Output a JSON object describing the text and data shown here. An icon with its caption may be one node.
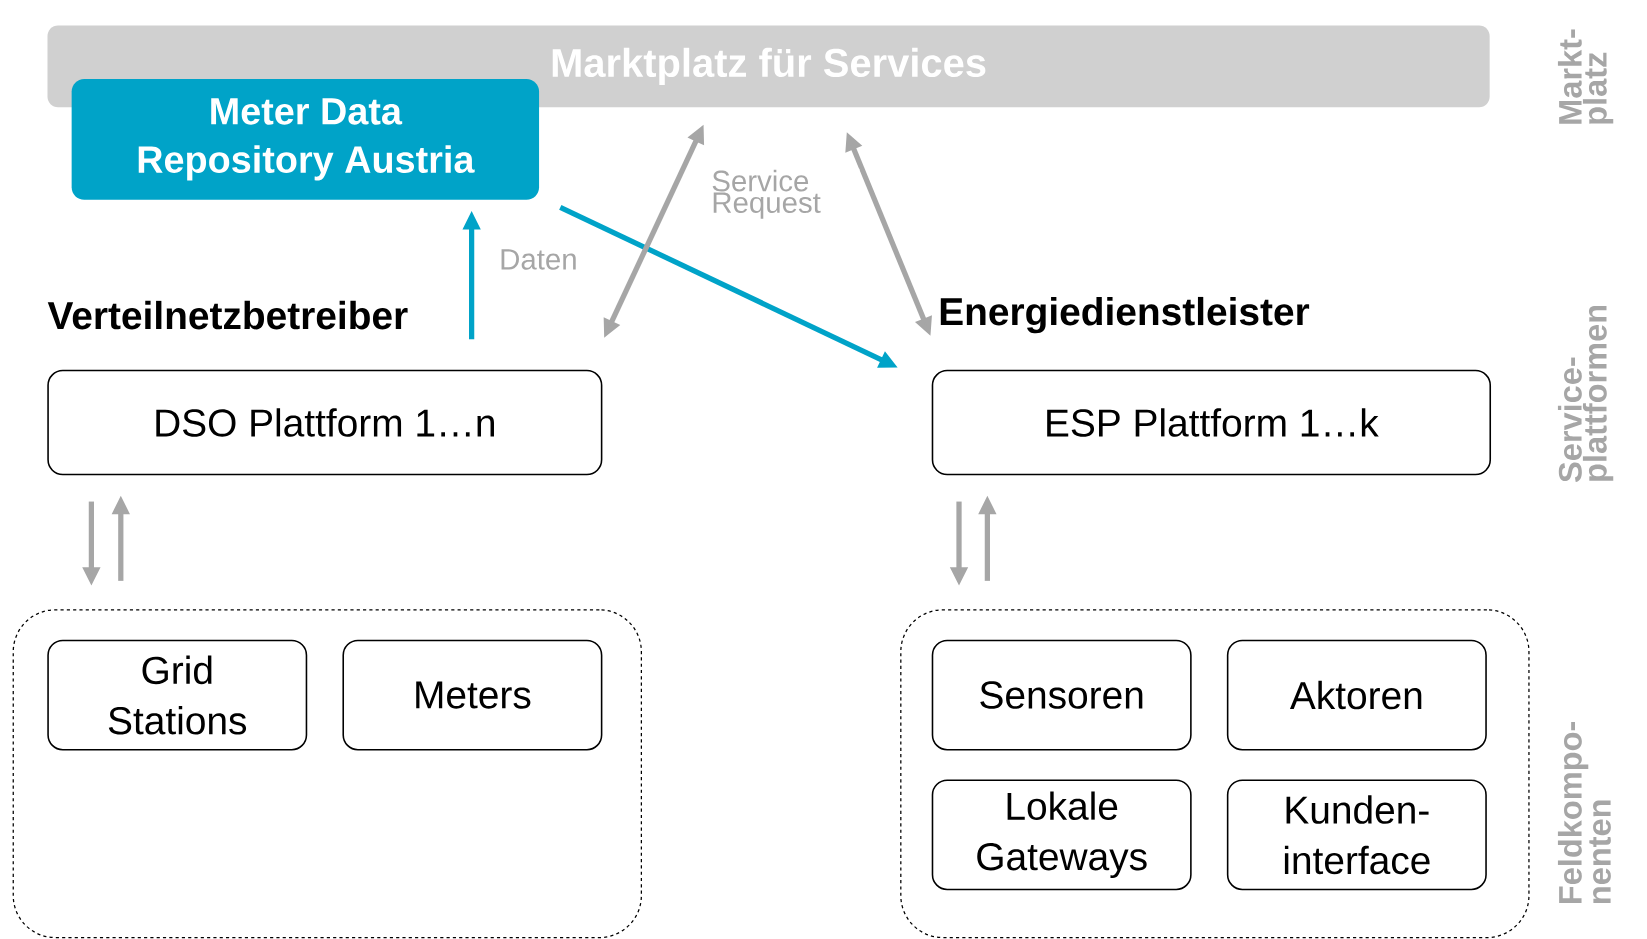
{
  "diagram": {
    "nodes": [
      {
        "text": [
          "Marktplatz für Services"
        ]
      },
      {
        "text": [
          "Meter Data Repository Austria"
        ]
      },
      {
        "text": [
          "Verteilnetzbetreiber",
          "DSO Plattform 1…n"
        ]
      },
      {
        "text": [
          "Energiedienstleister",
          "ESP Plattform 1…k"
        ]
      },
      {
        "text": [],
        "shape": "box"
      },
      {
        "text": [
          "Grid Stations"
        ],
        "in": 4
      },
      {
        "text": [
          "Meters"
        ],
        "in": 4
      },
      {
        "text": [],
        "shape": "box"
      },
      {
        "text": [
          "Sensoren"
        ],
        "in": 7
      },
      {
        "text": [
          "Aktoren"
        ],
        "in": 7
      },
      {
        "text": [
          "Lokale Gateways"
        ],
        "in": 7
      },
      {
        "text": [
          "Kunden- interface"
        ],
        "in": 7
      }
    ],
    "edges": [
      {
        "from": 2,
        "to": 1,
        "arrow": "to",
        "label": "Daten",
        "color": "#00a3c8"
      },
      {
        "from": 1,
        "to": 3,
        "arrow": "to",
        "color": "#00a3c8"
      },
      {
        "from": 0,
        "to": 2,
        "arrow": "both",
        "label": "Service Request"
      },
      {
        "from": 0,
        "to": 3,
        "arrow": "both"
      },
      {
        "from": 2,
        "to": 4,
        "arrow": "to"
      },
      {
        "from": 4,
        "to": 2,
        "arrow": "to"
      },
      {
        "from": 3,
        "to": 7,
        "arrow": "to"
      },
      {
        "from": 7,
        "to": 3,
        "arrow": "to"
      }
    ],
    "labels": [
      "Markt- platz",
      "Service- plattformen",
      "Feldkompo- nenten"
    ]
  }
}
